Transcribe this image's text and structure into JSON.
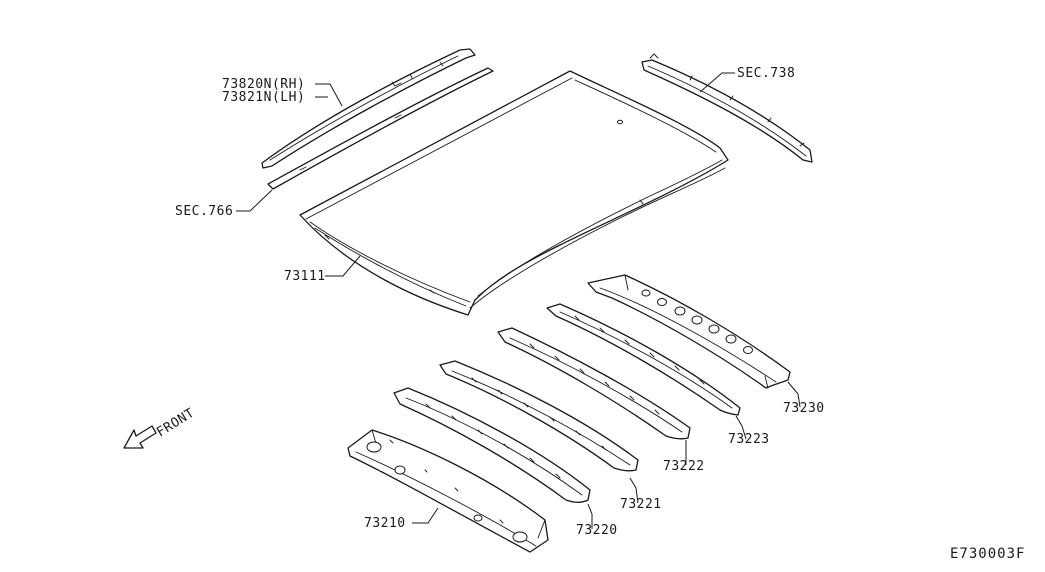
{
  "labels": {
    "rail_rh": "73820N(RH)",
    "rail_lh": "73821N(LH)",
    "sec766": "SEC.766",
    "sec738": "SEC.738",
    "roof_panel": "73111",
    "bow_73230": "73230",
    "bow_73223": "73223",
    "bow_73222": "73222",
    "bow_73221": "73221",
    "bow_73220": "73220",
    "rail_73210": "73210",
    "front": "FRONT"
  },
  "diagram_code": "E730003F"
}
